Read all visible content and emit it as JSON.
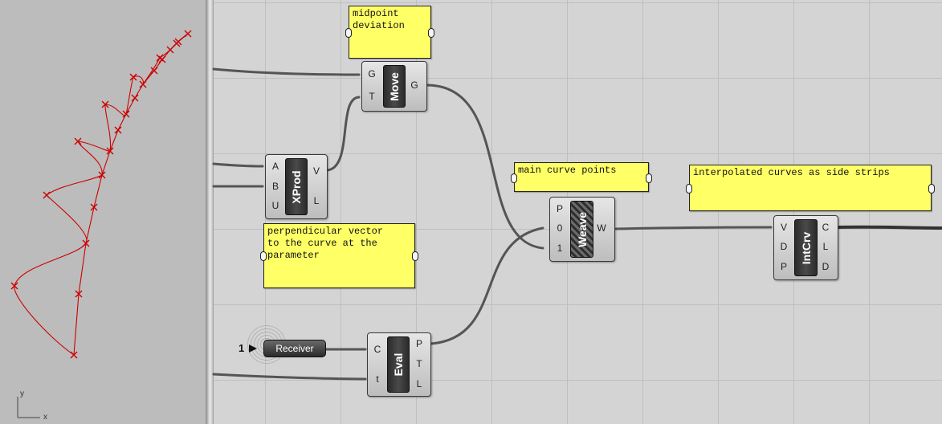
{
  "viewport": {
    "axis_y_label": "y",
    "axis_x_label": "x"
  },
  "components": {
    "move": {
      "name": "Move",
      "inputs": [
        "G",
        "T"
      ],
      "outputs": [
        "G"
      ]
    },
    "xprod": {
      "name": "XProd",
      "inputs": [
        "A",
        "B",
        "U"
      ],
      "outputs": [
        "V",
        "L"
      ]
    },
    "eval": {
      "name": "Eval",
      "inputs": [
        "C",
        "t"
      ],
      "outputs": [
        "P",
        "T",
        "L"
      ]
    },
    "weave": {
      "name": "Weave",
      "inputs": [
        "P",
        "0",
        "1"
      ],
      "outputs": [
        "W"
      ]
    },
    "intcrv": {
      "name": "IntCrv",
      "inputs": [
        "V",
        "D",
        "P"
      ],
      "outputs": [
        "C",
        "L",
        "D"
      ]
    }
  },
  "panels": {
    "midpoint": "midpoint\ndeviation",
    "perpendicular": "perpendicular vector\nto the curve at the\nparameter",
    "main_points": "main curve points",
    "interpolated": "interpolated curves as side strips"
  },
  "receiver": {
    "label": "Receiver",
    "value": "1"
  },
  "colors": {
    "curve": "#cc0000",
    "panel": "#ffff66",
    "wire": "#555555"
  }
}
